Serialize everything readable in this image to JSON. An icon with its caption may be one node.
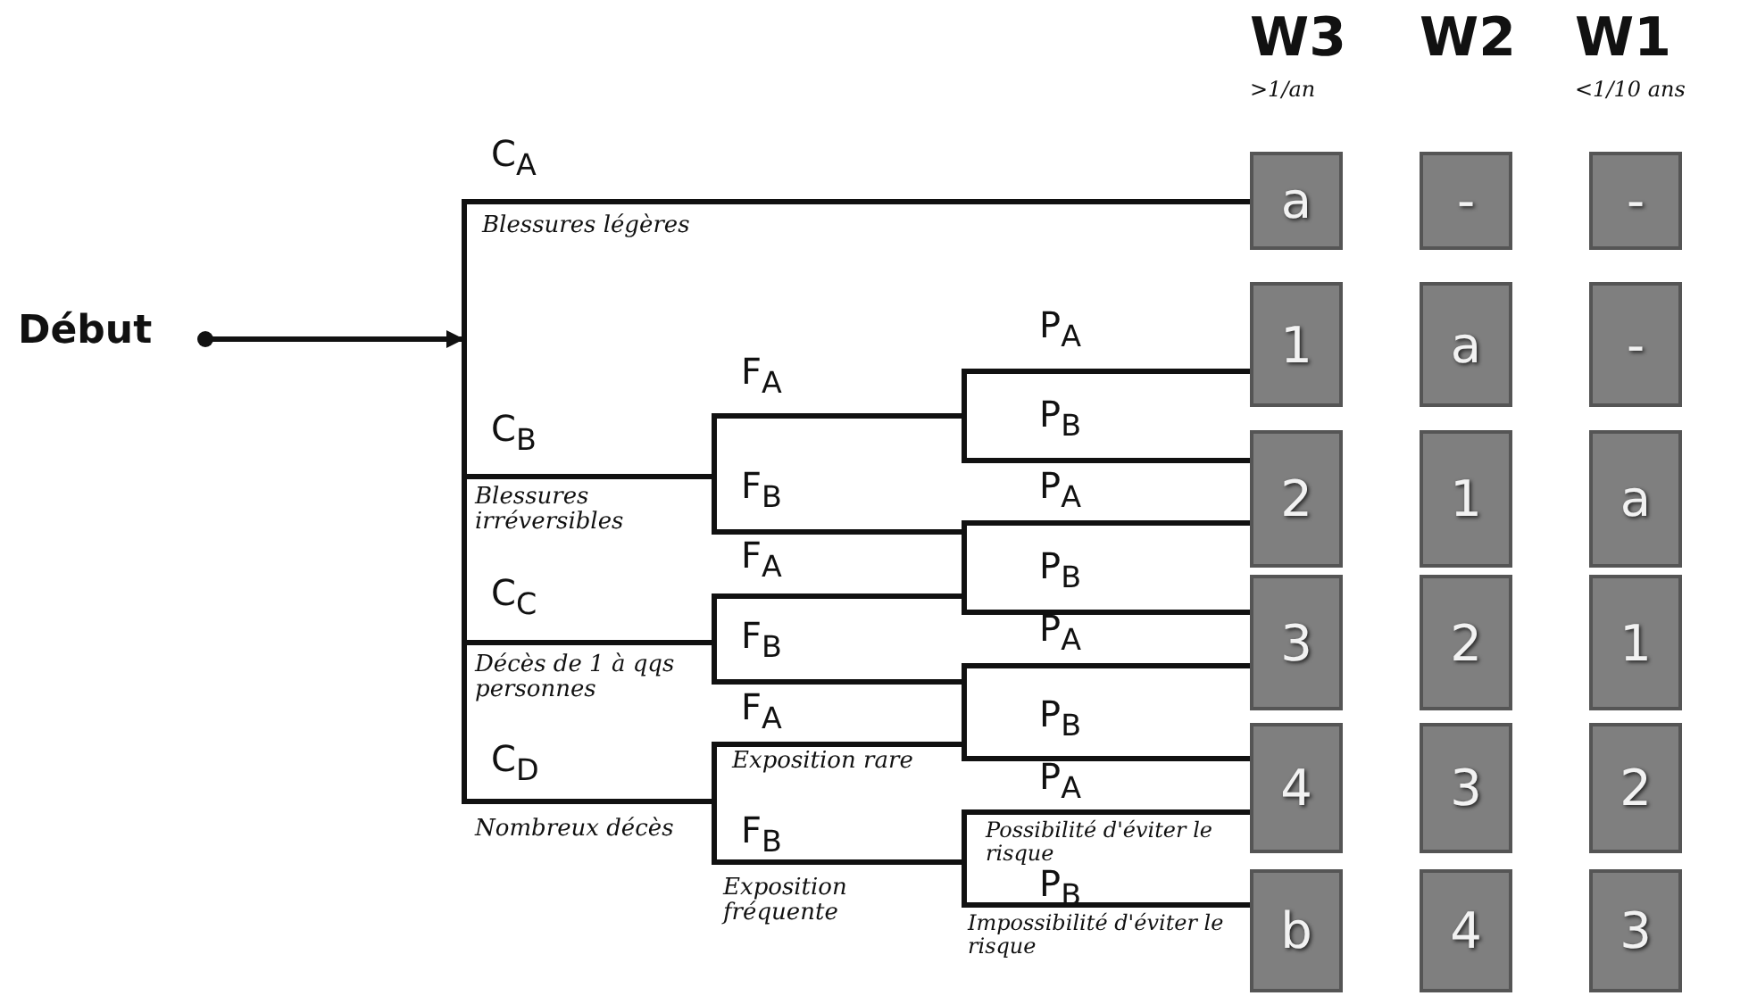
{
  "diagram": {
    "nodes": [
      {
        "text": [
          "Début"
        ]
      },
      {
        "text": [
          "a"
        ]
      },
      {
        "text": [
          "-"
        ]
      },
      {
        "text": [
          "-"
        ]
      },
      {
        "text": [
          "1"
        ]
      },
      {
        "text": [
          "a"
        ]
      },
      {
        "text": [
          "-"
        ]
      },
      {
        "text": [
          "2"
        ]
      },
      {
        "text": [
          "1"
        ]
      },
      {
        "text": [
          "a"
        ]
      },
      {
        "text": [
          "3"
        ]
      },
      {
        "text": [
          "2"
        ]
      },
      {
        "text": [
          "1"
        ]
      },
      {
        "text": [
          "4"
        ]
      },
      {
        "text": [
          "3"
        ]
      },
      {
        "text": [
          "2"
        ]
      },
      {
        "text": [
          "b"
        ]
      },
      {
        "text": [
          "4"
        ]
      },
      {
        "text": [
          "3"
        ]
      }
    ],
    "edges": [
      {
        "from": 0,
        "to": null,
        "arrow": "to"
      },
      {
        "from": null,
        "to": 1,
        "arrow": "none"
      },
      {
        "from": null,
        "to": 4,
        "arrow": "none"
      },
      {
        "from": null,
        "to": 7,
        "arrow": "none"
      },
      {
        "from": null,
        "to": 10,
        "arrow": "none"
      },
      {
        "from": null,
        "to": 13,
        "arrow": "none"
      },
      {
        "from": null,
        "to": 16,
        "arrow": "none"
      }
    ],
    "labels": [
      "W3",
      "W2",
      "W1",
      ">1/an",
      "<1/10 ans",
      "C$_{A}$",
      "Blessures légères",
      "P$_{A}$",
      "F$_{A}$",
      "P$_{B}$",
      "C$_{B}$",
      "Blessures irréversibles",
      "F$_{B}$",
      "P$_{A}$",
      "F$_{A}$",
      "P$_{B}$",
      "C$_{C}$",
      "F$_{B}$",
      "P$_{A}$",
      "Décès de 1 à qqs personnes",
      "F$_{A}$",
      "P$_{B}$",
      "C$_{D}$",
      "Exposition rare",
      "P$_{A}$",
      "Nombreux décès",
      "F$_{B}$",
      "Possibilité d'éviter le risque",
      "P$_{B}$",
      "Exposition fréquente",
      "Impossibilité d'éviter le risque"
    ]
  }
}
